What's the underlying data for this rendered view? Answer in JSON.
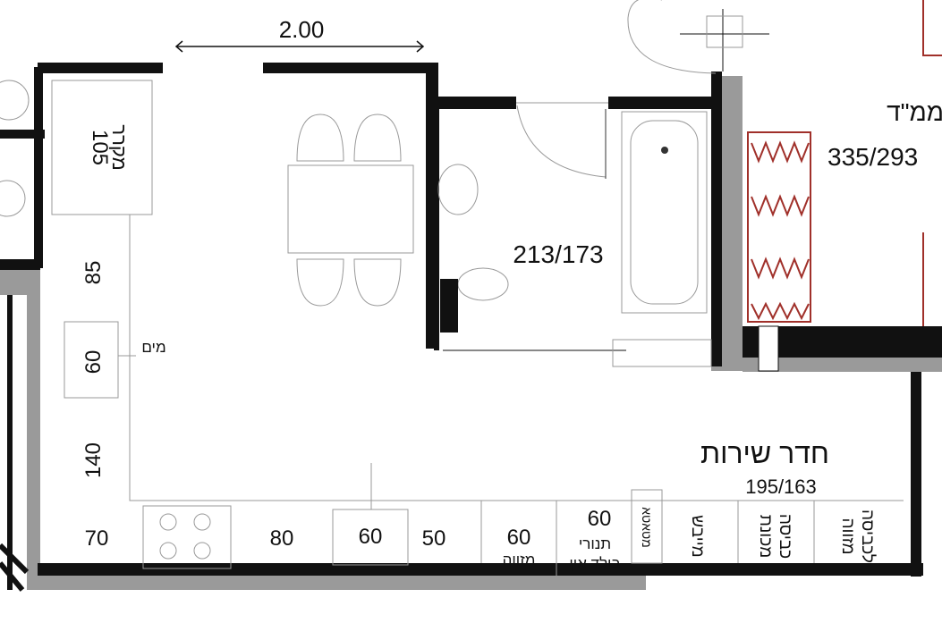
{
  "dimension_top": "2.00",
  "kitchen": {
    "fridge_size": "105",
    "fridge_label": "מקרר",
    "cabinet_85": "85",
    "sink_size": "60",
    "water_label": "מים",
    "cabinet_140": "140",
    "cabinet_70": "70",
    "cabinet_80": "80",
    "hob_sink_size": "60",
    "cabinet_50": "50",
    "pantry_size": "60",
    "pantry_label": "מזווה",
    "oven_size": "60",
    "oven_label_1": "תנורי",
    "oven_label_2": "בילד אין"
  },
  "bathroom": {
    "dimensions": "213/173"
  },
  "safe_room": {
    "label": "ממ\"ד",
    "dimensions": "335/293"
  },
  "service_room": {
    "title": "חדר שירות",
    "dimensions": "195/163",
    "broom_closet": "מטאטא",
    "dryer": "מייבש",
    "washer_1": "מכונת",
    "washer_2": "כביסה",
    "laundry_pantry_1": "מזווה",
    "laundry_pantry_2": "לכביסה"
  },
  "colors": {
    "wall": "#111111",
    "concrete": "#9a9a9a",
    "radiator": "#a0302a"
  }
}
